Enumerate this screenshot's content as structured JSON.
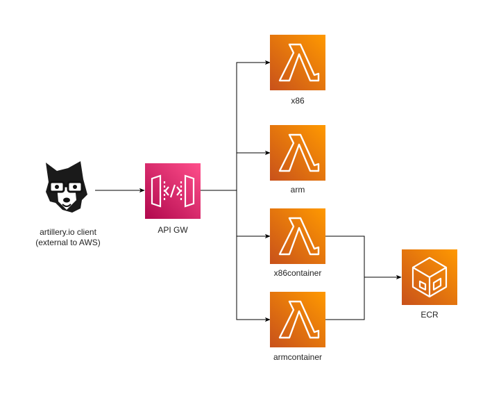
{
  "client": {
    "label_line1": "artillery.io client",
    "label_line2": "(external to AWS)",
    "icon": "artillery-dog-logo"
  },
  "api_gateway": {
    "label": "API GW",
    "icon": "api-gateway-icon",
    "color": "#E7157B"
  },
  "lambdas": [
    {
      "label": "x86",
      "icon": "lambda-icon"
    },
    {
      "label": "arm",
      "icon": "lambda-icon"
    },
    {
      "label": "x86container",
      "icon": "lambda-icon"
    },
    {
      "label": "armcontainer",
      "icon": "lambda-icon"
    }
  ],
  "ecr": {
    "label": "ECR",
    "icon": "ecr-icon"
  },
  "colors": {
    "orange_top": "#F78E04",
    "orange_bottom": "#D05C17",
    "pink_top": "#FF4F8B",
    "pink_bottom": "#BC1356",
    "edge": "#000000"
  }
}
